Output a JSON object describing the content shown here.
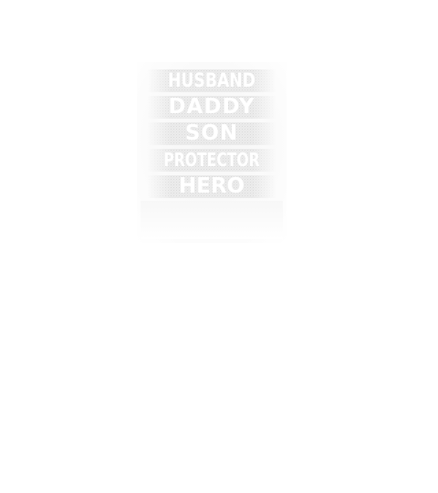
{
  "design": {
    "words": [
      "HUSBAND",
      "DADDY",
      "SON",
      "PROTECTOR",
      "HERO"
    ],
    "text_color": "#ffffff",
    "band_color": "#ececec",
    "background_color": "#ffffff"
  }
}
